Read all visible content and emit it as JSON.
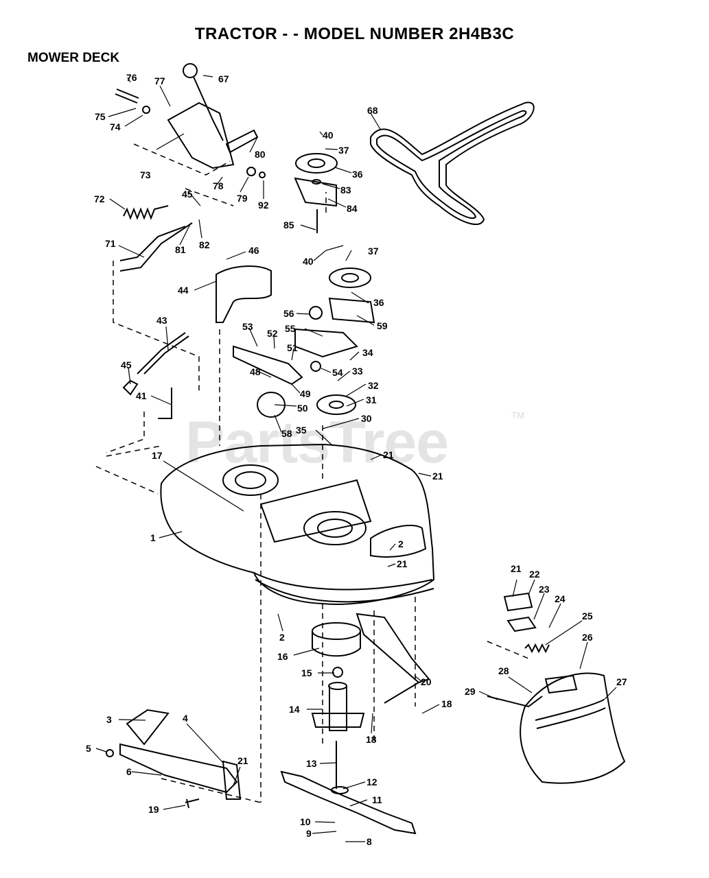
{
  "header": {
    "title": "TRACTOR - - MODEL NUMBER 2H4B3C",
    "section": "MOWER DECK"
  },
  "watermark": {
    "text": "PartsTree",
    "tm": "TM"
  },
  "callouts": [
    {
      "id": "76",
      "name": "callout-76"
    },
    {
      "id": "77",
      "name": "callout-77"
    },
    {
      "id": "67",
      "name": "callout-67"
    },
    {
      "id": "75",
      "name": "callout-75"
    },
    {
      "id": "74",
      "name": "callout-74"
    },
    {
      "id": "73",
      "name": "callout-73"
    },
    {
      "id": "78",
      "name": "callout-78"
    },
    {
      "id": "79",
      "name": "callout-79"
    },
    {
      "id": "92",
      "name": "callout-92"
    },
    {
      "id": "80",
      "name": "callout-80"
    },
    {
      "id": "72",
      "name": "callout-72"
    },
    {
      "id": "45",
      "name": "callout-45-a"
    },
    {
      "id": "81",
      "name": "callout-81"
    },
    {
      "id": "82",
      "name": "callout-82"
    },
    {
      "id": "71",
      "name": "callout-71"
    },
    {
      "id": "46",
      "name": "callout-46"
    },
    {
      "id": "44",
      "name": "callout-44"
    },
    {
      "id": "43",
      "name": "callout-43"
    },
    {
      "id": "45",
      "name": "callout-45-b"
    },
    {
      "id": "41",
      "name": "callout-41"
    },
    {
      "id": "53",
      "name": "callout-53"
    },
    {
      "id": "52",
      "name": "callout-52"
    },
    {
      "id": "51",
      "name": "callout-51"
    },
    {
      "id": "48",
      "name": "callout-48"
    },
    {
      "id": "49",
      "name": "callout-49"
    },
    {
      "id": "50",
      "name": "callout-50"
    },
    {
      "id": "58",
      "name": "callout-58"
    },
    {
      "id": "68",
      "name": "callout-68"
    },
    {
      "id": "40",
      "name": "callout-40-a"
    },
    {
      "id": "37",
      "name": "callout-37-a"
    },
    {
      "id": "36",
      "name": "callout-36-a"
    },
    {
      "id": "83",
      "name": "callout-83"
    },
    {
      "id": "84",
      "name": "callout-84"
    },
    {
      "id": "85",
      "name": "callout-85"
    },
    {
      "id": "40",
      "name": "callout-40-b"
    },
    {
      "id": "37",
      "name": "callout-37-b"
    },
    {
      "id": "36",
      "name": "callout-36-b"
    },
    {
      "id": "56",
      "name": "callout-56"
    },
    {
      "id": "59",
      "name": "callout-59"
    },
    {
      "id": "55",
      "name": "callout-55"
    },
    {
      "id": "34",
      "name": "callout-34"
    },
    {
      "id": "54",
      "name": "callout-54"
    },
    {
      "id": "33",
      "name": "callout-33"
    },
    {
      "id": "32",
      "name": "callout-32"
    },
    {
      "id": "31",
      "name": "callout-31"
    },
    {
      "id": "30",
      "name": "callout-30"
    },
    {
      "id": "35",
      "name": "callout-35"
    },
    {
      "id": "21",
      "name": "callout-21-a"
    },
    {
      "id": "21",
      "name": "callout-21-b"
    },
    {
      "id": "17",
      "name": "callout-17"
    },
    {
      "id": "1",
      "name": "callout-1"
    },
    {
      "id": "2",
      "name": "callout-2-a"
    },
    {
      "id": "21",
      "name": "callout-21-c"
    },
    {
      "id": "2",
      "name": "callout-2-b"
    },
    {
      "id": "16",
      "name": "callout-16"
    },
    {
      "id": "15",
      "name": "callout-15"
    },
    {
      "id": "20",
      "name": "callout-20"
    },
    {
      "id": "18",
      "name": "callout-18-a"
    },
    {
      "id": "18",
      "name": "callout-18-b"
    },
    {
      "id": "14",
      "name": "callout-14"
    },
    {
      "id": "3",
      "name": "callout-3"
    },
    {
      "id": "4",
      "name": "callout-4"
    },
    {
      "id": "5",
      "name": "callout-5"
    },
    {
      "id": "6",
      "name": "callout-6"
    },
    {
      "id": "21",
      "name": "callout-21-d"
    },
    {
      "id": "19",
      "name": "callout-19"
    },
    {
      "id": "13",
      "name": "callout-13"
    },
    {
      "id": "12",
      "name": "callout-12"
    },
    {
      "id": "11",
      "name": "callout-11"
    },
    {
      "id": "10",
      "name": "callout-10"
    },
    {
      "id": "9",
      "name": "callout-9"
    },
    {
      "id": "8",
      "name": "callout-8"
    },
    {
      "id": "21",
      "name": "callout-21-e"
    },
    {
      "id": "22",
      "name": "callout-22"
    },
    {
      "id": "23",
      "name": "callout-23"
    },
    {
      "id": "24",
      "name": "callout-24"
    },
    {
      "id": "25",
      "name": "callout-25"
    },
    {
      "id": "26",
      "name": "callout-26"
    },
    {
      "id": "27",
      "name": "callout-27"
    },
    {
      "id": "28",
      "name": "callout-28"
    },
    {
      "id": "29",
      "name": "callout-29"
    }
  ]
}
